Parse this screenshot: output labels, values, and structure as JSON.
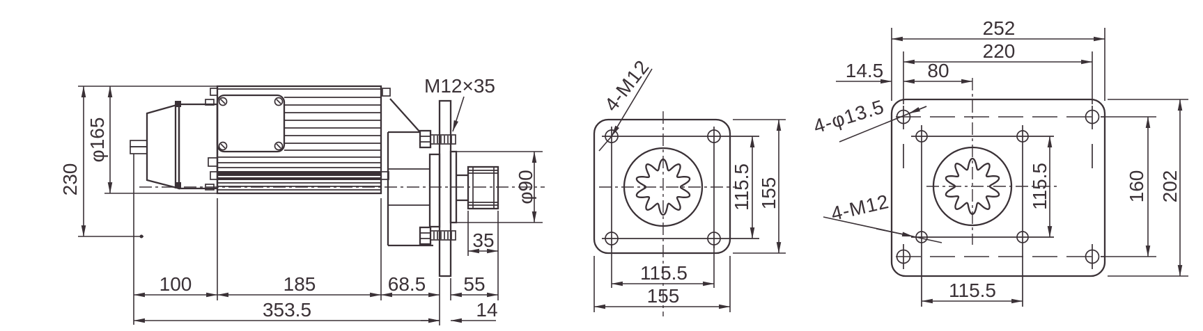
{
  "colors": {
    "ink": "#3a3136",
    "background": "#ffffff"
  },
  "views": {
    "side": {
      "dims": {
        "total_height": "230",
        "motor_diameter": "φ165",
        "bolt_spec": "M12×35",
        "rear_length": "100",
        "body_length": "185",
        "gearbox_length": "68.5",
        "total_length": "353.5",
        "coupling_diameter": "φ90",
        "spline_length": "35",
        "shaft_length": "55",
        "plate_thickness": "14"
      }
    },
    "flange": {
      "dims": {
        "bolt_holes": "4-M12",
        "hole_pitch_vertical": "115.5",
        "size_vertical": "155",
        "hole_pitch_horizontal": "115.5",
        "size_horizontal": "155"
      }
    },
    "plate": {
      "dims": {
        "overall_width": "252",
        "corner_hole_span": "220",
        "edge_to_hole": "14.5",
        "hole_to_center": "80",
        "corner_holes": "4-φ13.5",
        "inner_holes": "4-M12",
        "inner_pitch_vertical": "115.5",
        "corner_pitch_vertical": "160",
        "overall_height": "202",
        "inner_pitch_horizontal": "115.5"
      }
    }
  }
}
